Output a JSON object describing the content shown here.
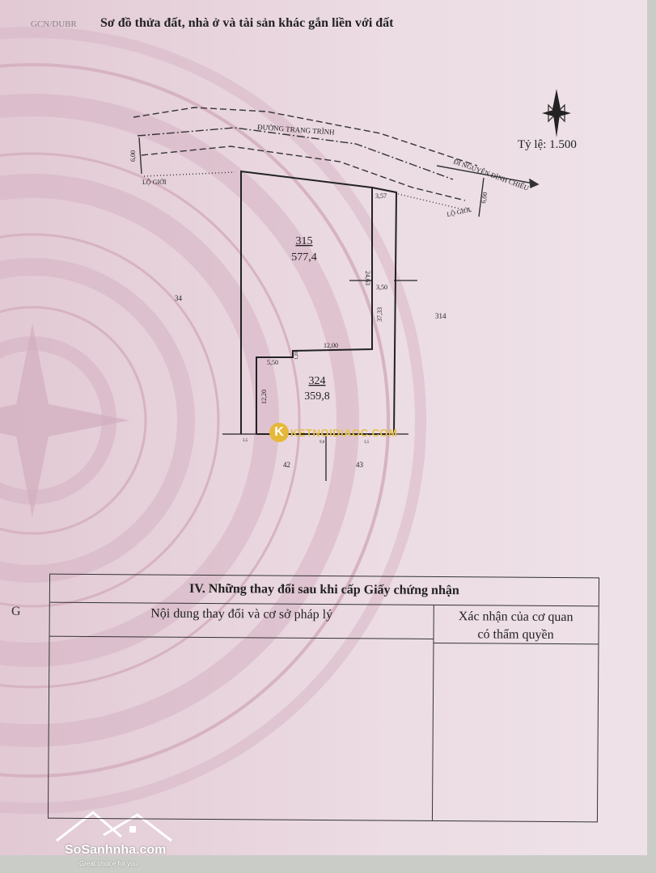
{
  "header": {
    "prefix": "GCN/DUBR",
    "title": "Sơ đồ thửa đất, nhà ở và tài sản khác gắn liền với đất"
  },
  "map": {
    "scale": "Tỷ lệ: 1.500",
    "compass_icon": "north-star-compass",
    "road_main": "ĐƯỜNG TRANG TRÌNH",
    "road_branch": "ĐI NGUYỄN ĐÌNH CHIỂU",
    "setback_label_left": "LỘ GIỚI",
    "setback_label_right": "LỘ GIỚI",
    "setback_left": "6,00",
    "setback_right": "6,00",
    "parcels": [
      {
        "number": "315",
        "area": "577,4"
      },
      {
        "number": "324",
        "area": "359,8"
      }
    ],
    "neighbors": [
      "34",
      "314",
      "42",
      "43"
    ],
    "dimensions": {
      "d_3_57": "3,57",
      "d_24_63": "24,63",
      "d_3_50": "3,50",
      "d_37_33": "37,33",
      "d_12_00": "12,00",
      "d_5_50": "5,50",
      "d_1_20": "1,20",
      "d_12_20": "12,20",
      "bottom_a": "3,5",
      "bottom_b": "9,0",
      "bottom_c": "3,5"
    }
  },
  "changes_table": {
    "title": "IV. Những thay đổi sau khi cấp Giấy chứng nhận",
    "col_content": "Nội dung thay đổi và cơ sở pháp lý",
    "col_confirm_line1": "Xác nhận của cơ quan",
    "col_confirm_line2": "có thẩm quyền"
  },
  "signature_fragment": "G",
  "watermarks": {
    "center_logo": "KETNOIDIAOC.COM",
    "center_logo_letter": "K",
    "brand": "SoSanhnha.com",
    "brand_tagline": "Great choice for you"
  },
  "colors": {
    "paper": "#ead9e0",
    "pattern": "#d8b8c6",
    "ink": "#222222"
  }
}
